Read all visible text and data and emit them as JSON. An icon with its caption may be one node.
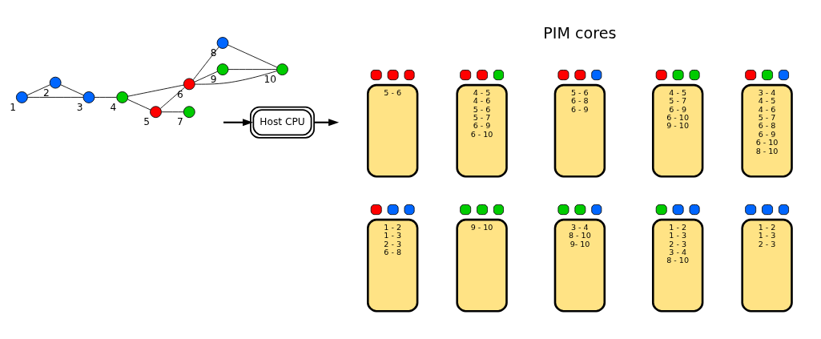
{
  "diagram": {
    "nodes": [
      {
        "text": [],
        "shape": "circle",
        "beside": [
          "1"
        ]
      },
      {
        "text": [],
        "shape": "circle",
        "beside": [
          "2"
        ]
      },
      {
        "text": [],
        "shape": "circle",
        "beside": [
          "3"
        ]
      },
      {
        "text": [],
        "shape": "circle",
        "beside": [
          "4"
        ]
      },
      {
        "text": [],
        "shape": "circle",
        "beside": [
          "5"
        ]
      },
      {
        "text": [],
        "shape": "circle",
        "beside": [
          "6"
        ]
      },
      {
        "text": [],
        "shape": "circle",
        "beside": [
          "7"
        ]
      },
      {
        "text": [],
        "shape": "circle",
        "beside": [
          "8"
        ]
      },
      {
        "text": [],
        "shape": "circle",
        "beside": [
          "9"
        ]
      },
      {
        "text": [],
        "shape": "circle",
        "beside": [
          "10"
        ]
      },
      {
        "text": [
          "Host CPU"
        ]
      },
      {
        "text": [
          "5 - 6"
        ]
      },
      {
        "text": [
          "4 - 5",
          "4 - 6",
          "5 - 6",
          "5 - 7",
          "6 - 9",
          "6 - 10"
        ]
      },
      {
        "text": [
          "5 - 6",
          "6 - 8",
          "6 - 9"
        ]
      },
      {
        "text": [
          "4 - 5",
          "5 - 7",
          "6 - 9",
          "6 - 10",
          "9 - 10"
        ]
      },
      {
        "text": [
          "3 - 4",
          "4 - 5",
          "4 - 6",
          "5 - 7",
          "6 - 8",
          "6 - 9",
          "6 - 10",
          "8 - 10"
        ]
      },
      {
        "text": [
          "1 - 2",
          "1 - 3",
          "2 - 3",
          "6 - 8"
        ]
      },
      {
        "text": [
          "9 - 10"
        ]
      },
      {
        "text": [
          "3 - 4",
          "8 - 10",
          "9- 10"
        ]
      },
      {
        "text": [
          "1 - 2",
          "1 - 3",
          "2 - 3",
          "3 - 4",
          "8 - 10"
        ]
      },
      {
        "text": [
          "1 - 2",
          "1 - 3",
          "2 - 3"
        ]
      }
    ],
    "edges": [
      {
        "from": 0,
        "to": 2,
        "arrow": "none"
      },
      {
        "from": 0,
        "to": 1,
        "arrow": "none"
      },
      {
        "from": 1,
        "to": 2,
        "arrow": "none"
      },
      {
        "from": 2,
        "to": 3,
        "arrow": "none"
      },
      {
        "from": 3,
        "to": 4,
        "arrow": "none"
      },
      {
        "from": 3,
        "to": 5,
        "arrow": "none"
      },
      {
        "from": 4,
        "to": 5,
        "arrow": "none"
      },
      {
        "from": 4,
        "to": 6,
        "arrow": "none"
      },
      {
        "from": 5,
        "to": 7,
        "arrow": "none"
      },
      {
        "from": 5,
        "to": 8,
        "arrow": "none"
      },
      {
        "from": 5,
        "to": 9,
        "arrow": "none"
      },
      {
        "from": 7,
        "to": 9,
        "arrow": "none"
      },
      {
        "from": 8,
        "to": 9,
        "arrow": "none"
      },
      {
        "from": null,
        "to": 10,
        "arrow": "to"
      },
      {
        "from": 10,
        "to": null,
        "arrow": "to"
      }
    ],
    "labels": [
      "PIM cores"
    ]
  }
}
